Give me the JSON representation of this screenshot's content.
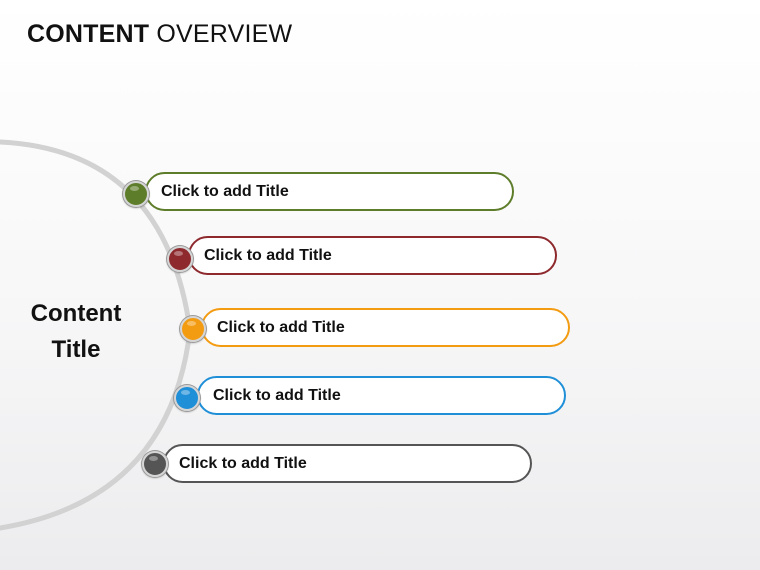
{
  "header": {
    "title_bold": "CONTENT",
    "title_light": "OVERVIEW"
  },
  "center": {
    "title_line1": "Content",
    "title_line2": "Title"
  },
  "items": [
    {
      "label": "Click to add Title",
      "color": "#5e7d2a"
    },
    {
      "label": "Click to add Title",
      "color": "#8e2a2e"
    },
    {
      "label": "Click to add Title",
      "color": "#f39c12"
    },
    {
      "label": "Click to add Title",
      "color": "#1f8fd8"
    },
    {
      "label": "Click to add Title",
      "color": "#555555"
    }
  ],
  "arc_color": "#d2d2d2"
}
